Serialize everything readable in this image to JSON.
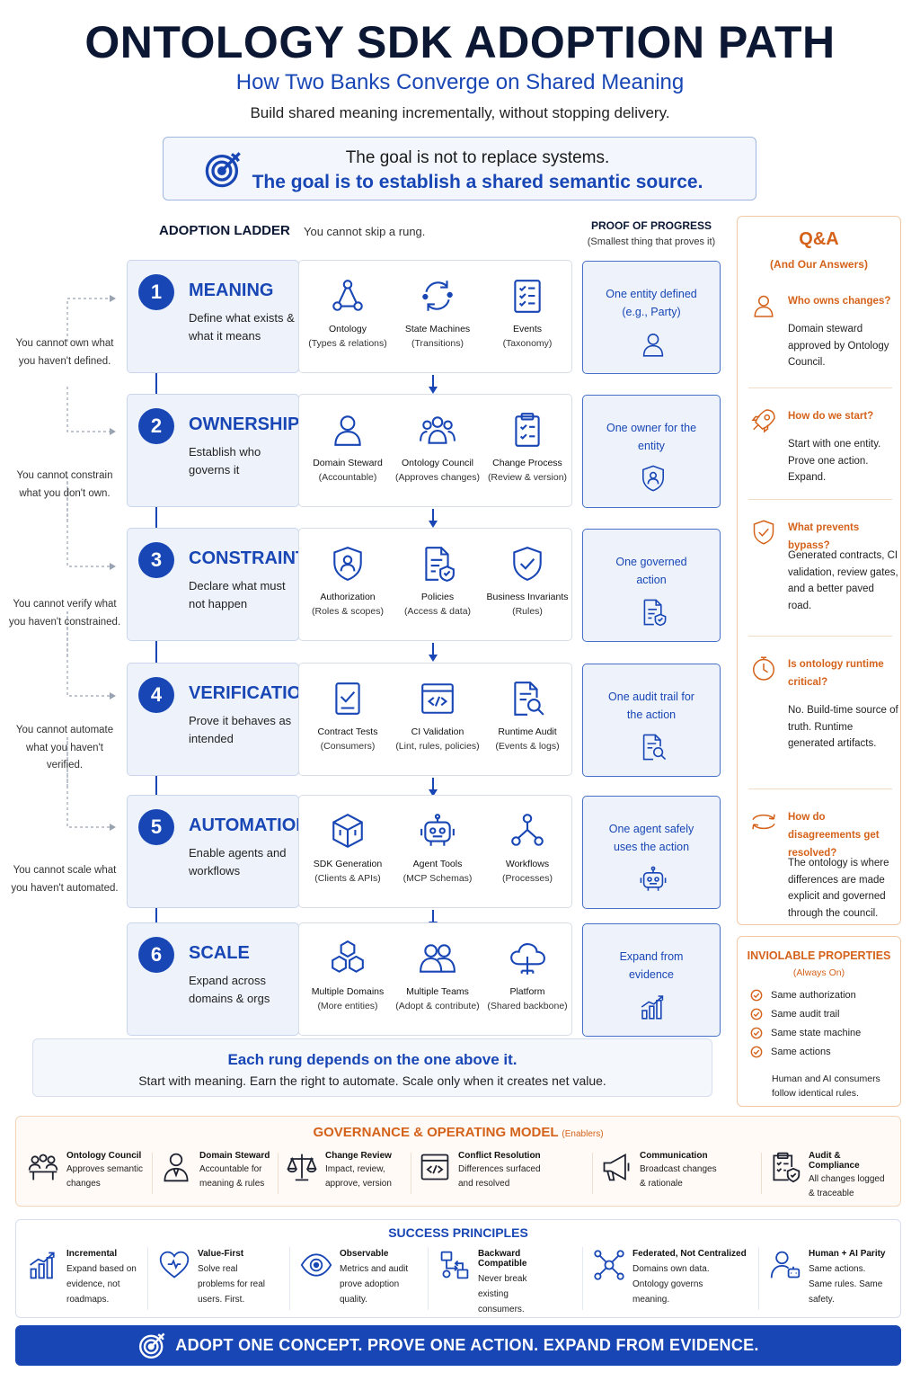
{
  "header": {
    "title": "ONTOLOGY SDK ADOPTION PATH",
    "subtitle": "How Two Banks Converge on Shared Meaning",
    "tagline": "Build shared meaning incrementally, without stopping delivery."
  },
  "goal": {
    "line1": "The goal is not to replace systems.",
    "line2": "The goal is to establish a shared semantic source."
  },
  "ladder": {
    "title": "ADOPTION LADDER",
    "subtitle": "You cannot skip a rung.",
    "proof_title": "PROOF OF PROGRESS",
    "proof_subtitle": "(Smallest thing that proves it)",
    "rungs": [
      {
        "num": "1",
        "title": "MEANING",
        "desc": "Define what exists & what it means",
        "features": [
          {
            "name": "Ontology",
            "sub": "(Types & relations)",
            "icon": "graph-icon"
          },
          {
            "name": "State Machines",
            "sub": "(Transitions)",
            "icon": "cycle-icon"
          },
          {
            "name": "Events",
            "sub": "(Taxonomy)",
            "icon": "checklist-icon"
          }
        ],
        "proof": "One entity defined (e.g., Party)",
        "proof_icon": "person-icon"
      },
      {
        "num": "2",
        "title": "OWNERSHIP",
        "desc": "Establish who governs it",
        "features": [
          {
            "name": "Domain Steward",
            "sub": "(Accountable)",
            "icon": "person-icon"
          },
          {
            "name": "Ontology Council",
            "sub": "(Approves changes)",
            "icon": "group-icon"
          },
          {
            "name": "Change Process",
            "sub": "(Review & version)",
            "icon": "clipboard-icon"
          }
        ],
        "proof": "One owner for the entity",
        "proof_icon": "shield-person-icon"
      },
      {
        "num": "3",
        "title": "CONSTRAINTS",
        "desc": "Declare what must not happen",
        "features": [
          {
            "name": "Authorization",
            "sub": "(Roles & scopes)",
            "icon": "shield-person-icon"
          },
          {
            "name": "Policies",
            "sub": "(Access & data)",
            "icon": "document-shield-icon"
          },
          {
            "name": "Business Invariants",
            "sub": "(Rules)",
            "icon": "shield-check-icon"
          }
        ],
        "proof": "One governed action",
        "proof_icon": "document-shield-icon"
      },
      {
        "num": "4",
        "title": "VERIFICATION",
        "desc": "Prove it behaves as intended",
        "features": [
          {
            "name": "Contract Tests",
            "sub": "(Consumers)",
            "icon": "check-document-icon"
          },
          {
            "name": "CI Validation",
            "sub": "(Lint, rules, policies)",
            "icon": "code-window-icon"
          },
          {
            "name": "Runtime Audit",
            "sub": "(Events & logs)",
            "icon": "document-search-icon"
          }
        ],
        "proof": "One audit trail for the action",
        "proof_icon": "document-search-icon"
      },
      {
        "num": "5",
        "title": "AUTOMATION",
        "desc": "Enable agents and workflows",
        "features": [
          {
            "name": "SDK Generation",
            "sub": "(Clients & APIs)",
            "icon": "cube-icon"
          },
          {
            "name": "Agent Tools",
            "sub": "(MCP Schemas)",
            "icon": "robot-icon"
          },
          {
            "name": "Workflows",
            "sub": "(Processes)",
            "icon": "workflow-icon"
          }
        ],
        "proof": "One agent safely uses the action",
        "proof_icon": "robot-icon"
      },
      {
        "num": "6",
        "title": "SCALE",
        "desc": "Expand across domains & orgs",
        "features": [
          {
            "name": "Multiple Domains",
            "sub": "(More entities)",
            "icon": "hexagons-icon"
          },
          {
            "name": "Multiple Teams",
            "sub": "(Adopt & contribute)",
            "icon": "team-icon"
          },
          {
            "name": "Platform",
            "sub": "(Shared backbone)",
            "icon": "cloud-icon"
          }
        ],
        "proof": "Expand from evidence",
        "proof_icon": "bar-chart-icon"
      }
    ],
    "side_notes": [
      "You cannot own what you haven't defined.",
      "You cannot constrain what you don't own.",
      "You cannot verify what you haven't constrained.",
      "You cannot automate what you haven't verified.",
      "You cannot scale what you haven't automated."
    ]
  },
  "qa": {
    "title": "Q&A",
    "subtitle": "(And Our Answers)",
    "items": [
      {
        "q": "Who owns changes?",
        "a": "Domain steward approved by Ontology Council.",
        "icon": "person-icon"
      },
      {
        "q": "How do we start?",
        "a": "Start with one entity. Prove one action. Expand.",
        "icon": "rocket-icon"
      },
      {
        "q": "What prevents bypass?",
        "a": "Generated contracts, CI validation, review gates, and a better paved road.",
        "icon": "shield-check-icon"
      },
      {
        "q": "Is ontology runtime critical?",
        "a": "No. Build-time source of truth. Runtime generated artifacts.",
        "icon": "clock-icon"
      },
      {
        "q": "How do disagreements get resolved?",
        "a": "The ontology is where differences are made explicit and governed through the council.",
        "icon": "arrows-icon"
      }
    ]
  },
  "inviolable": {
    "title": "INVIOLABLE PROPERTIES",
    "subtitle": "(Always On)",
    "items": [
      "Same authorization",
      "Same audit trail",
      "Same state machine",
      "Same actions"
    ],
    "footer": "Human and AI consumers follow identical rules."
  },
  "dependency": {
    "line1": "Each rung depends on the one above it.",
    "line2": "Start with meaning. Earn the right to automate. Scale only when it creates net value."
  },
  "governance": {
    "title": "GOVERNANCE & OPERATING MODEL",
    "title_suffix": "(Enablers)",
    "items": [
      {
        "name": "Ontology Council",
        "desc": "Approves semantic changes",
        "icon": "council-icon"
      },
      {
        "name": "Domain Steward",
        "desc": "Accountable for meaning & rules",
        "icon": "steward-icon"
      },
      {
        "name": "Change Review",
        "desc": "Impact, review, approve, version",
        "icon": "scales-icon"
      },
      {
        "name": "Conflict Resolution",
        "desc": "Differences surfaced and resolved",
        "icon": "code-window-icon"
      },
      {
        "name": "Communication",
        "desc": "Broadcast changes & rationale",
        "icon": "megaphone-icon"
      },
      {
        "name": "Audit & Compliance",
        "desc": "All changes logged & traceable",
        "icon": "clipboard-shield-icon"
      }
    ]
  },
  "principles": {
    "title": "SUCCESS PRINCIPLES",
    "items": [
      {
        "name": "Incremental",
        "desc": "Expand based on evidence, not roadmaps.",
        "icon": "bar-chart-icon"
      },
      {
        "name": "Value-First",
        "desc": "Solve real problems for real users. First.",
        "icon": "heart-icon"
      },
      {
        "name": "Observable",
        "desc": "Metrics and audit prove adoption quality.",
        "icon": "eye-icon"
      },
      {
        "name": "Backward Compatible",
        "desc": "Never break existing consumers.",
        "icon": "compat-icon"
      },
      {
        "name": "Federated, Not Centralized",
        "desc": "Domains own data. Ontology governs meaning.",
        "icon": "network-icon"
      },
      {
        "name": "Human + AI Parity",
        "desc": "Same actions. Same rules. Same safety.",
        "icon": "human-ai-icon"
      }
    ]
  },
  "banner": {
    "text": "ADOPT ONE CONCEPT. PROVE ONE ACTION. EXPAND FROM EVIDENCE."
  },
  "colors": {
    "primary": "#1846b5",
    "accent": "#d4621a",
    "dark": "#0b1733"
  }
}
